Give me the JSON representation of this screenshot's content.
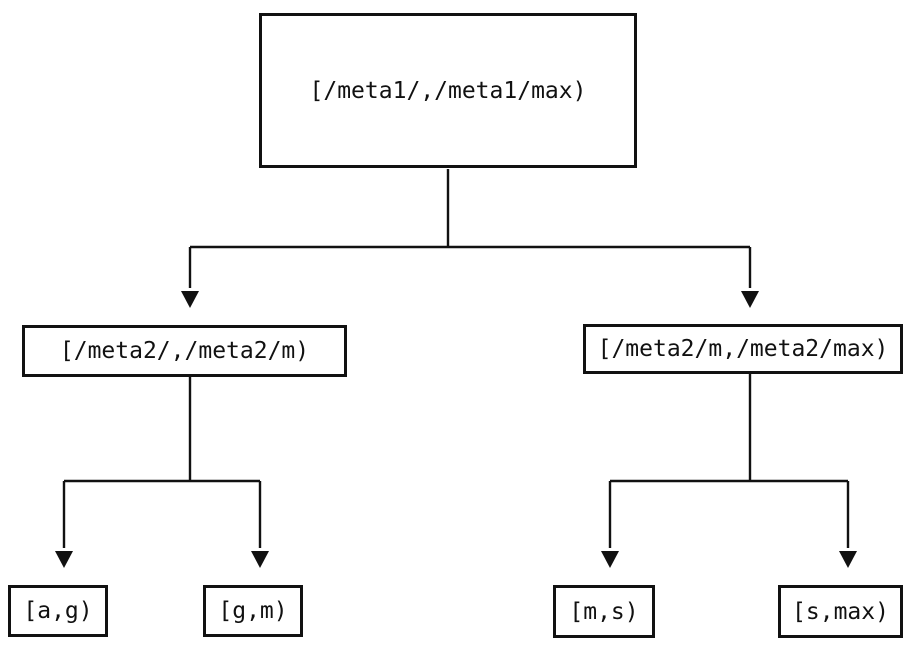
{
  "diagram": {
    "type": "binary-interval-partition-tree",
    "tree": {
      "label": "[/meta1/,/meta1/max)",
      "children": [
        {
          "label": "[/meta2/,/meta2/m)",
          "children": [
            {
              "label": "[a,g)"
            },
            {
              "label": "[g,m)"
            }
          ]
        },
        {
          "label": "[/meta2/m,/meta2/max)",
          "children": [
            {
              "label": "[m,s)"
            },
            {
              "label": "[s,max)"
            }
          ]
        }
      ]
    }
  },
  "colors": {
    "ink": "#111111",
    "background": "#ffffff"
  }
}
